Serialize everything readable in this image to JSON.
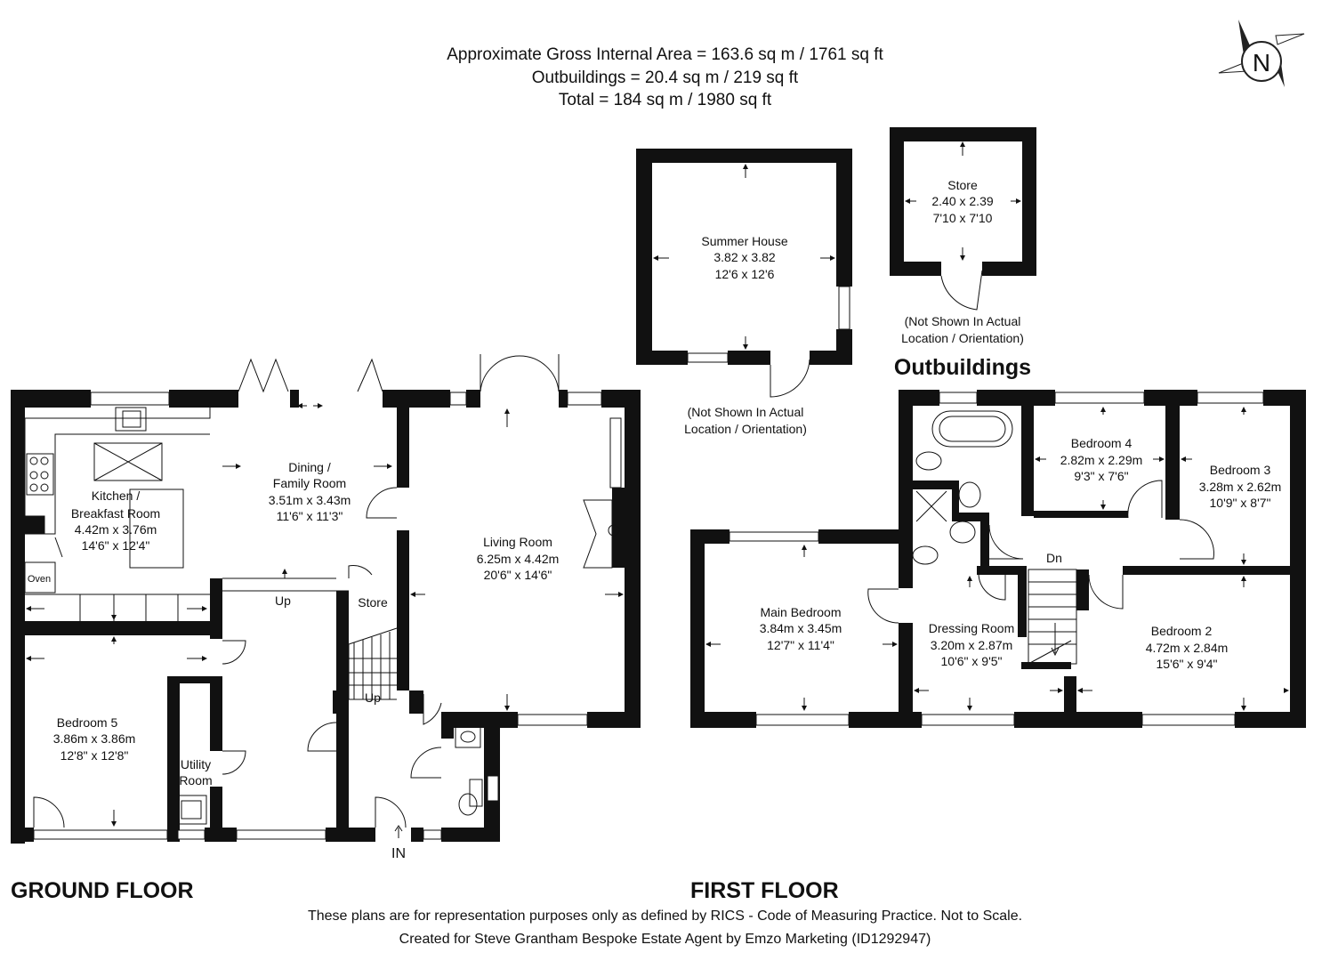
{
  "header": {
    "gross_area": "Approximate Gross Internal Area = 163.6 sq m / 1761 sq ft",
    "outbuildings_area": "Outbuildings = 20.4 sq m / 219 sq ft",
    "total_area": "Total = 184 sq m / 1980 sq ft"
  },
  "compass": {
    "letter": "N"
  },
  "ground_floor": {
    "label": "GROUND FLOOR",
    "rooms": {
      "kitchen": {
        "name1": "Kitchen /",
        "name2": "Breakfast Room",
        "metric": "4.42m x 3.76m",
        "imperial": "14'6\" x 12'4\""
      },
      "dining": {
        "name1": "Dining /",
        "name2": "Family Room",
        "metric": "3.51m x 3.43m",
        "imperial": "11'6\" x 11'3\""
      },
      "living": {
        "name": "Living Room",
        "metric": "6.25m x 4.42m",
        "imperial": "20'6\" x 14'6\""
      },
      "bedroom5": {
        "name": "Bedroom 5",
        "metric": "3.86m x 3.86m",
        "imperial": "12'8\" x 12'8\""
      },
      "utility": {
        "name1": "Utility",
        "name2": "Room"
      },
      "store": {
        "name": "Store"
      },
      "oven": {
        "name": "Oven"
      }
    },
    "stair_up_1": "Up",
    "stair_up_2": "Up",
    "entrance": "IN"
  },
  "outbuildings": {
    "label": "Outbuildings",
    "summer_house": {
      "name": "Summer House",
      "metric": "3.82 x 3.82",
      "imperial": "12'6 x 12'6"
    },
    "store": {
      "name": "Store",
      "metric": "2.40 x 2.39",
      "imperial": "7'10 x 7'10"
    },
    "note1": "(Not Shown In Actual",
    "note2": "Location / Orientation)"
  },
  "first_floor": {
    "label": "FIRST FLOOR",
    "rooms": {
      "main_bedroom": {
        "name": "Main Bedroom",
        "metric": "3.84m x 3.45m",
        "imperial": "12'7\" x 11'4\""
      },
      "dressing": {
        "name": "Dressing Room",
        "metric": "3.20m x 2.87m",
        "imperial": "10'6\" x 9'5\""
      },
      "bedroom2": {
        "name": "Bedroom 2",
        "metric": "4.72m x 2.84m",
        "imperial": "15'6\" x 9'4\""
      },
      "bedroom3": {
        "name": "Bedroom 3",
        "metric": "3.28m x 2.62m",
        "imperial": "10'9\" x 8'7\""
      },
      "bedroom4": {
        "name": "Bedroom 4",
        "metric": "2.82m x 2.29m",
        "imperial": "9'3\" x 7'6\""
      }
    },
    "stair_down": "Dn"
  },
  "footer": {
    "disclaimer": "These plans are for representation purposes only as defined by RICS - Code of Measuring Practice. Not to Scale.",
    "credit": "Created for Steve Grantham Bespoke Estate Agent by Emzo Marketing (ID1292947)"
  }
}
